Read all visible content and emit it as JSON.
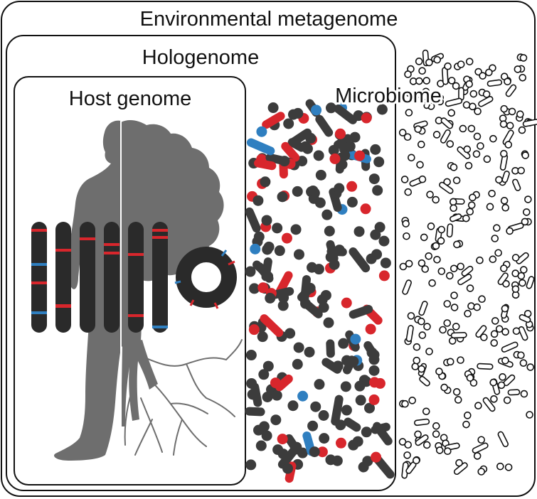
{
  "labels": {
    "environmental_metagenome": "Environmental metagenome",
    "hologenome": "Hologenome",
    "host_genome": "Host genome",
    "microbiome": "Microbiome"
  },
  "colors": {
    "outline": "#111111",
    "silhouette": "#6e6e6e",
    "chromosome": "#2a2a2a",
    "microbe_dark": "#3c3c3c",
    "microbe_red": "#d8262c",
    "microbe_blue": "#2f7fc0",
    "environment_microbe_fill": "#ffffff"
  },
  "icons": {
    "host": "human-tree-silhouette-icon",
    "chromosomes": "chromosome-icon",
    "plasmid": "circular-genome-icon",
    "microbes": "bacteria-icon"
  }
}
